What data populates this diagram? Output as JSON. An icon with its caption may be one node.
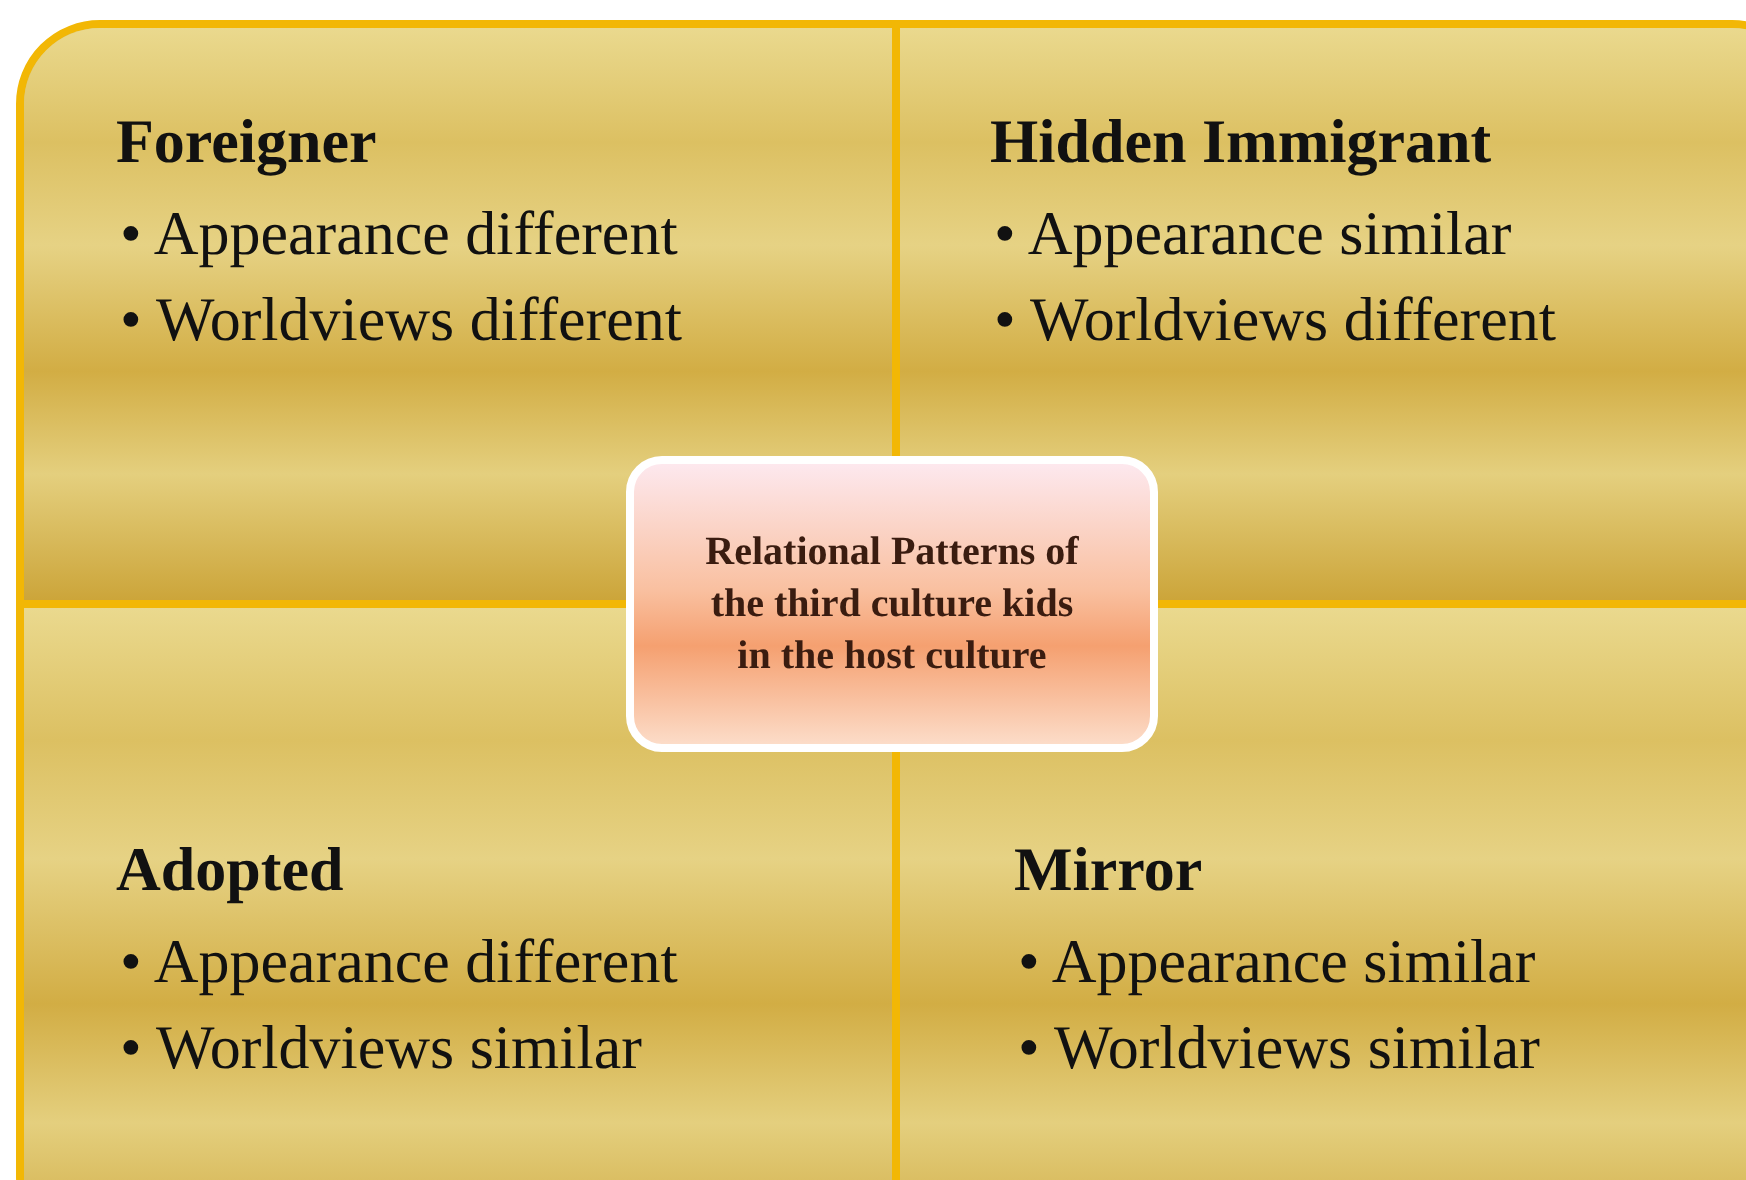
{
  "diagram": {
    "nodes": [
      {
        "text": [
          "Foreigner",
          "• Appearance different",
          "• Worldviews different"
        ]
      },
      {
        "text": [
          "Hidden Immigrant",
          "• Appearance similar",
          "• Worldviews different"
        ]
      },
      {
        "text": [
          "Adopted",
          "• Appearance different",
          "• Worldviews similar"
        ]
      },
      {
        "text": [
          "Mirror",
          "• Appearance similar",
          "• Worldviews similar"
        ]
      },
      {
        "text": [
          "Relational Patterns of the third culture kids in the host culture"
        ]
      }
    ]
  }
}
